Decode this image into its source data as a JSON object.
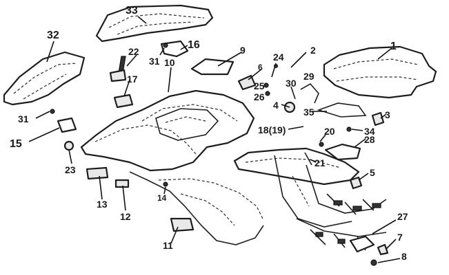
{
  "callouts": [
    {
      "id": "c33",
      "text": "33"
    },
    {
      "id": "c32",
      "text": "32"
    },
    {
      "id": "c16",
      "text": "16"
    },
    {
      "id": "c22",
      "text": "22"
    },
    {
      "id": "c31a",
      "text": "31"
    },
    {
      "id": "c10",
      "text": "10"
    },
    {
      "id": "c9",
      "text": "9"
    },
    {
      "id": "c24",
      "text": "24"
    },
    {
      "id": "c2",
      "text": "2"
    },
    {
      "id": "c1",
      "text": "1"
    },
    {
      "id": "c6",
      "text": "6"
    },
    {
      "id": "c25",
      "text": "25"
    },
    {
      "id": "c26",
      "text": "26"
    },
    {
      "id": "c29",
      "text": "29"
    },
    {
      "id": "c30",
      "text": "30"
    },
    {
      "id": "c17",
      "text": "17"
    },
    {
      "id": "c4",
      "text": "4"
    },
    {
      "id": "c35",
      "text": "35"
    },
    {
      "id": "c3",
      "text": "3"
    },
    {
      "id": "c31b",
      "text": "31"
    },
    {
      "id": "c15",
      "text": "15"
    },
    {
      "id": "c18",
      "text": "18(19)"
    },
    {
      "id": "c20",
      "text": "20"
    },
    {
      "id": "c34",
      "text": "34"
    },
    {
      "id": "c28",
      "text": "28"
    },
    {
      "id": "c21",
      "text": "21"
    },
    {
      "id": "c23",
      "text": "23"
    },
    {
      "id": "c5",
      "text": "5"
    },
    {
      "id": "c13",
      "text": "13"
    },
    {
      "id": "c12",
      "text": "12"
    },
    {
      "id": "c14",
      "text": "14"
    },
    {
      "id": "c27",
      "text": "27"
    },
    {
      "id": "c7",
      "text": "7"
    },
    {
      "id": "c11",
      "text": "11"
    },
    {
      "id": "c8",
      "text": "8"
    }
  ]
}
